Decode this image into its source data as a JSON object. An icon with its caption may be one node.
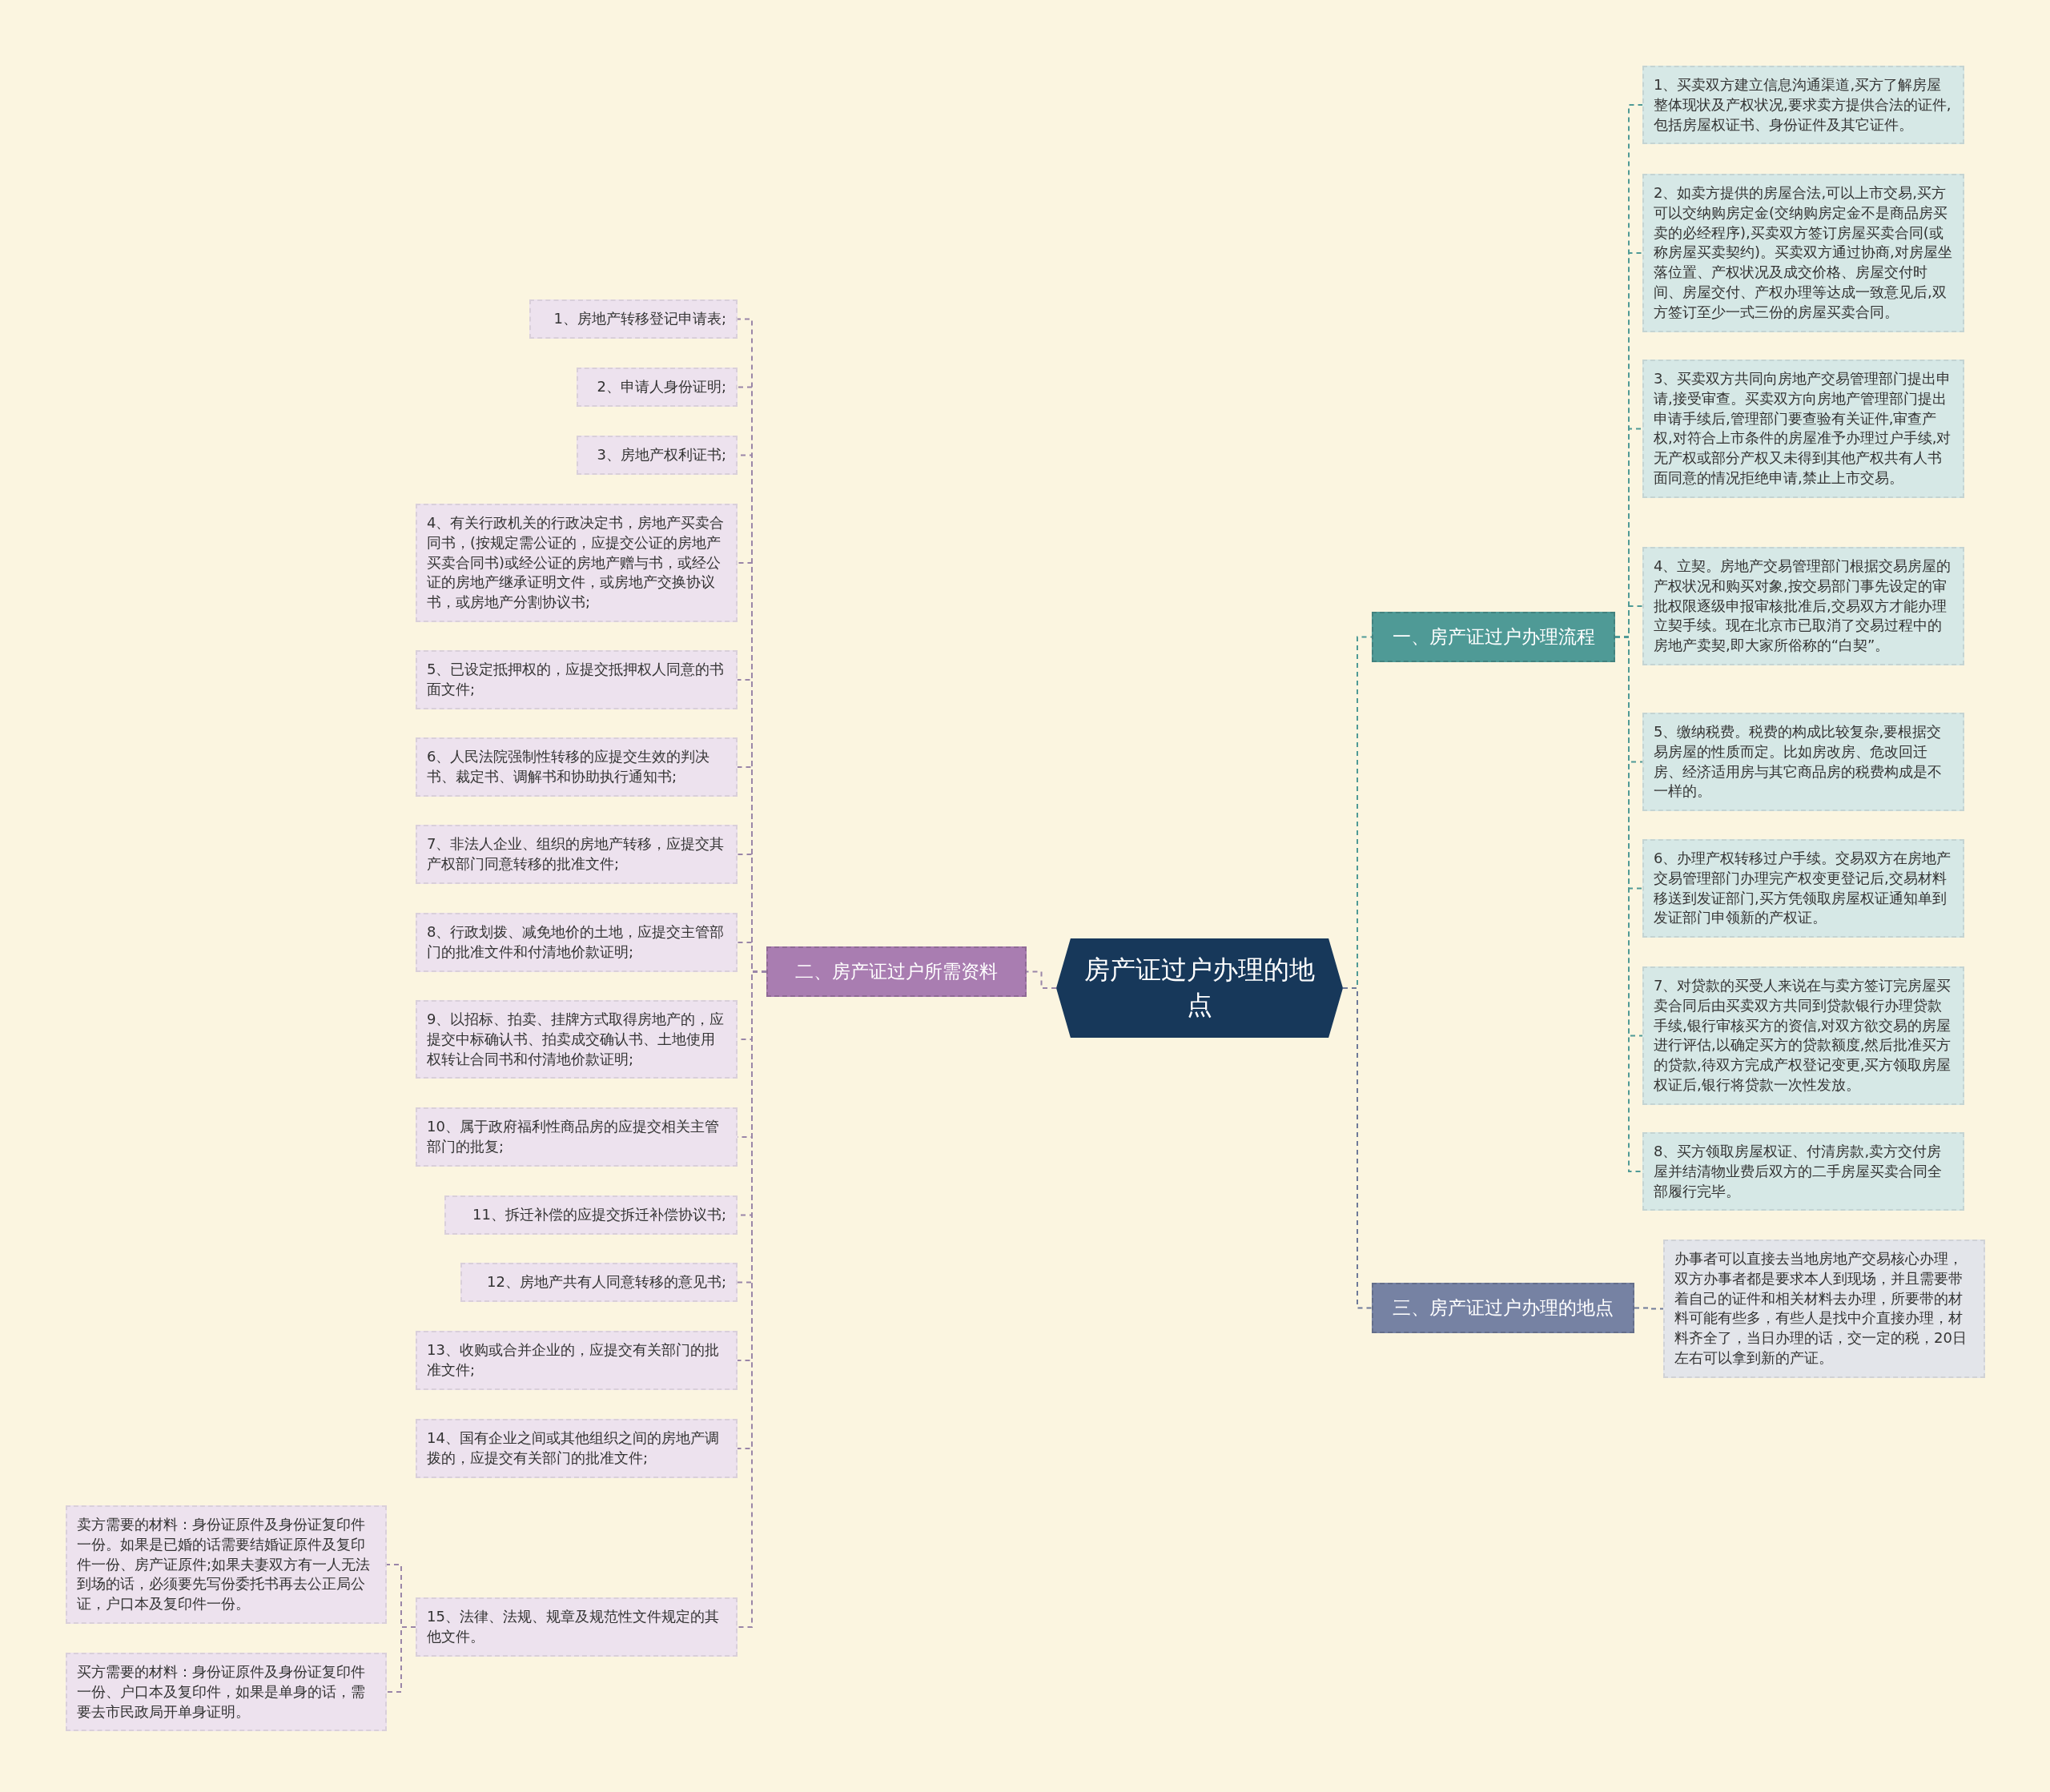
{
  "diagram": {
    "nodes": [
      {
        "text": [
          "房产证过户办理的地点"
        ]
      },
      {
        "text": [
          "一、房产证过户办理流程"
        ]
      },
      {
        "text": [
          "1、买卖双方建立信息沟通渠道,买方了解房屋整体现状及产权状况,要求卖方提供合法的证件,包括房屋权证书、身份证件及其它证件。"
        ]
      },
      {
        "text": [
          "2、如卖方提供的房屋合法,可以上市交易,买方可以交纳购房定金(交纳购房定金不是商品房买卖的必经程序),买卖双方签订房屋买卖合同(或称房屋买卖契约)。买卖双方通过协商,对房屋坐落位置、产权状况及成交价格、房屋交付时间、房屋交付、产权办理等达成一致意见后,双方签订至少一式三份的房屋买卖合同。"
        ]
      },
      {
        "text": [
          "3、买卖双方共同向房地产交易管理部门提出申请,接受审查。买卖双方向房地产管理部门提出申请手续后,管理部门要查验有关证件,审查产权,对符合上市条件的房屋准予办理过户手续,对无产权或部分产权又未得到其他产权共有人书面同意的情况拒绝申请,禁止上市交易。"
        ]
      },
      {
        "text": [
          "4、立契。房地产交易管理部门根据交易房屋的产权状况和购买对象,按交易部门事先设定的审批权限逐级申报审核批准后,交易双方才能办理立契手续。现在北京市已取消了交易过程中的房地产卖契,即大家所俗称的“白契”。"
        ]
      },
      {
        "text": [
          "5、缴纳税费。税费的构成比较复杂,要根据交易房屋的性质而定。比如房改房、危改回迁房、经济适用房与其它商品房的税费构成是不一样的。"
        ]
      },
      {
        "text": [
          "6、办理产权转移过户手续。交易双方在房地产交易管理部门办理完产权变更登记后,交易材料移送到发证部门,买方凭领取房屋权证通知单到发证部门申领新的产权证。"
        ]
      },
      {
        "text": [
          "7、对贷款的买受人来说在与卖方签订完房屋买卖合同后由买卖双方共同到贷款银行办理贷款手续,银行审核买方的资信,对双方欲交易的房屋进行评估,以确定买方的贷款额度,然后批准买方的贷款,待双方完成产权登记变更,买方领取房屋权证后,银行将贷款一次性发放。"
        ]
      },
      {
        "text": [
          "8、买方领取房屋权证、付清房款,卖方交付房屋并结清物业费后双方的二手房屋买卖合同全部履行完毕。"
        ]
      },
      {
        "text": [
          "二、房产证过户所需资料"
        ]
      },
      {
        "text": [
          "1、房地产转移登记申请表;"
        ]
      },
      {
        "text": [
          "2、申请人身份证明;"
        ]
      },
      {
        "text": [
          "3、房地产权利证书;"
        ]
      },
      {
        "text": [
          "4、有关行政机关的行政决定书，房地产买卖合同书，(按规定需公证的，应提交公证的房地产买卖合同书)或经公证的房地产赠与书，或经公证的房地产继承证明文件，或房地产交换协议书，或房地产分割协议书;"
        ]
      },
      {
        "text": [
          "5、已设定抵押权的，应提交抵押权人同意的书面文件;"
        ]
      },
      {
        "text": [
          "6、人民法院强制性转移的应提交生效的判决书、裁定书、调解书和协助执行通知书;"
        ]
      },
      {
        "text": [
          "7、非法人企业、组织的房地产转移，应提交其产权部门同意转移的批准文件;"
        ]
      },
      {
        "text": [
          "8、行政划拨、减免地价的土地，应提交主管部门的批准文件和付清地价款证明;"
        ]
      },
      {
        "text": [
          "9、以招标、拍卖、挂牌方式取得房地产的，应提交中标确认书、拍卖成交确认书、土地使用权转让合同书和付清地价款证明;"
        ]
      },
      {
        "text": [
          "10、属于政府福利性商品房的应提交相关主管部门的批复;"
        ]
      },
      {
        "text": [
          "11、拆迁补偿的应提交拆迁补偿协议书;"
        ]
      },
      {
        "text": [
          "12、房地产共有人同意转移的意见书;"
        ]
      },
      {
        "text": [
          "13、收购或合并企业的，应提交有关部门的批准文件;"
        ]
      },
      {
        "text": [
          "14、国有企业之间或其他组织之间的房地产调拨的，应提交有关部门的批准文件;"
        ]
      },
      {
        "text": [
          "15、法律、法规、规章及规范性文件规定的其他文件。"
        ]
      },
      {
        "text": [
          "卖方需要的材料：身份证原件及身份证复印件一份。如果是已婚的话需要结婚证原件及复印件一份、房产证原件;如果夫妻双方有一人无法到场的话，必须要先写份委托书再去公正局公证，户口本及复印件一份。"
        ]
      },
      {
        "text": [
          "买方需要的材料：身份证原件及身份证复印件一份、户口本及复印件，如果是单身的话，需要去市民政局开单身证明。"
        ]
      },
      {
        "text": [
          "三、房产证过户办理的地点"
        ]
      },
      {
        "text": [
          "办事者可以直接去当地房地产交易核心办理，双方办事者都是要求本人到现场，并且需要带着自己的证件和相关材料去办理，所要带的材料可能有些多，有些人是找中介直接办理，材料齐全了，当日办理的话，交一定的税，20日左右可以拿到新的产证。"
        ]
      }
    ],
    "edges": [
      {
        "from": 0,
        "to": 1,
        "arrow": "none",
        "style": "dashed",
        "color": "#4f9a96"
      },
      {
        "from": 1,
        "to": 2,
        "arrow": "none",
        "style": "dashed",
        "color": "#4f9a96"
      },
      {
        "from": 1,
        "to": 3,
        "arrow": "none",
        "style": "dashed",
        "color": "#4f9a96"
      },
      {
        "from": 1,
        "to": 4,
        "arrow": "none",
        "style": "dashed",
        "color": "#4f9a96"
      },
      {
        "from": 1,
        "to": 5,
        "arrow": "none",
        "style": "dashed",
        "color": "#4f9a96"
      },
      {
        "from": 1,
        "to": 6,
        "arrow": "none",
        "style": "dashed",
        "color": "#4f9a96"
      },
      {
        "from": 1,
        "to": 7,
        "arrow": "none",
        "style": "dashed",
        "color": "#4f9a96"
      },
      {
        "from": 1,
        "to": 8,
        "arrow": "none",
        "style": "dashed",
        "color": "#4f9a96"
      },
      {
        "from": 1,
        "to": 9,
        "arrow": "none",
        "style": "dashed",
        "color": "#4f9a96"
      },
      {
        "from": 0,
        "to": 10,
        "arrow": "none",
        "style": "dashed"
      },
      {
        "from": 10,
        "to": 11,
        "arrow": "none",
        "style": "dashed"
      },
      {
        "from": 10,
        "to": 12,
        "arrow": "none",
        "style": "dashed"
      },
      {
        "from": 10,
        "to": 13,
        "arrow": "none",
        "style": "dashed"
      },
      {
        "from": 10,
        "to": 14,
        "arrow": "none",
        "style": "dashed"
      },
      {
        "from": 10,
        "to": 15,
        "arrow": "none",
        "style": "dashed"
      },
      {
        "from": 10,
        "to": 16,
        "arrow": "none",
        "style": "dashed"
      },
      {
        "from": 10,
        "to": 17,
        "arrow": "none",
        "style": "dashed"
      },
      {
        "from": 10,
        "to": 18,
        "arrow": "none",
        "style": "dashed"
      },
      {
        "from": 10,
        "to": 19,
        "arrow": "none",
        "style": "dashed"
      },
      {
        "from": 10,
        "to": 20,
        "arrow": "none",
        "style": "dashed"
      },
      {
        "from": 10,
        "to": 21,
        "arrow": "none",
        "style": "dashed"
      },
      {
        "from": 10,
        "to": 22,
        "arrow": "none",
        "style": "dashed"
      },
      {
        "from": 10,
        "to": 23,
        "arrow": "none",
        "style": "dashed"
      },
      {
        "from": 10,
        "to": 24,
        "arrow": "none",
        "style": "dashed"
      },
      {
        "from": 10,
        "to": 25,
        "arrow": "none",
        "style": "dashed"
      },
      {
        "from": 25,
        "to": 26,
        "arrow": "none",
        "style": "dashed"
      },
      {
        "from": 25,
        "to": 27,
        "arrow": "none",
        "style": "dashed"
      },
      {
        "from": 0,
        "to": 28,
        "arrow": "none",
        "style": "dashed",
        "color": "#6f7a99"
      },
      {
        "from": 28,
        "to": 29,
        "arrow": "none",
        "style": "dashed",
        "color": "#6f7a99"
      }
    ]
  }
}
